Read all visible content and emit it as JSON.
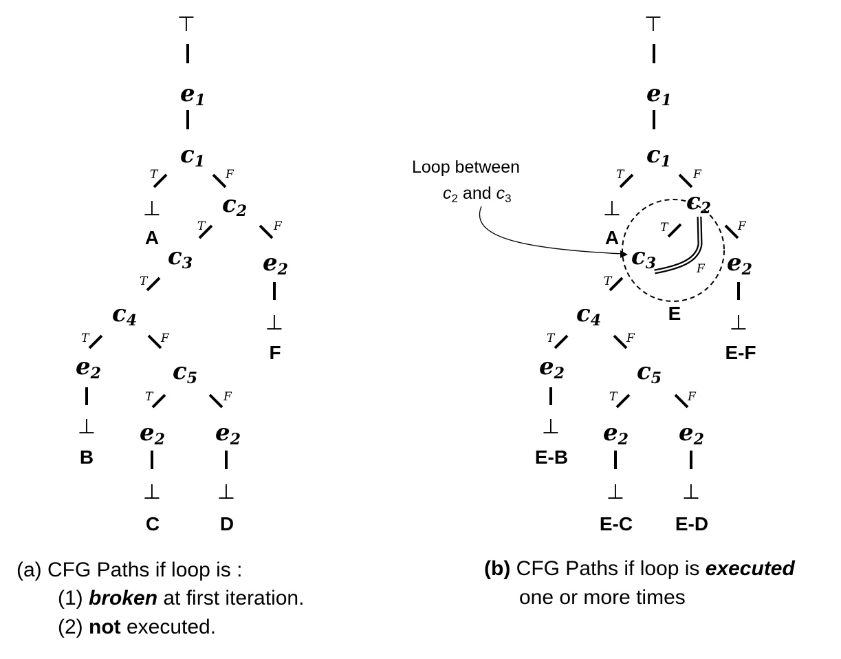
{
  "left_tree": {
    "top_symbol": "⊤",
    "bottom_symbol": "⊥",
    "nodes": {
      "e1": "e",
      "e1_sub": "1",
      "c1": "c",
      "c1_sub": "1",
      "c2": "c",
      "c2_sub": "2",
      "c3": "c",
      "c3_sub": "3",
      "c4": "c",
      "c4_sub": "4",
      "c5": "c",
      "c5_sub": "5",
      "e2": "e",
      "e2_sub": "2"
    },
    "branch_true": "T",
    "branch_false": "F",
    "leaves": {
      "A": "A",
      "B": "B",
      "C": "C",
      "D": "D",
      "F": "F"
    }
  },
  "right_tree": {
    "top_symbol": "⊤",
    "bottom_symbol": "⊥",
    "nodes": {
      "e1": "e",
      "e1_sub": "1",
      "c1": "c",
      "c1_sub": "1",
      "c2": "c",
      "c2_sub": "2",
      "c3": "c",
      "c3_sub": "3",
      "c4": "c",
      "c4_sub": "4",
      "c5": "c",
      "c5_sub": "5",
      "e2": "e",
      "e2_sub": "2"
    },
    "branch_true": "T",
    "branch_false": "F",
    "leaves": {
      "A": "A",
      "E": "E",
      "EF": "E-F",
      "EB": "E-B",
      "EC": "E-C",
      "ED": "E-D"
    },
    "annotation": {
      "line1": "Loop between",
      "c2": "c",
      "c2_sub": "2",
      "and": " and ",
      "c3": "c",
      "c3_sub": "3"
    }
  },
  "captions": {
    "left": {
      "prefix": "(a)  CFG Paths if loop is :",
      "item1_a": "(1) ",
      "item1_b": "broken",
      "item1_c": " at first iteration.",
      "item2_a": "(2) ",
      "item2_b": "not",
      "item2_c": " executed."
    },
    "right": {
      "prefix": "(b)",
      "line1_a": " CFG Paths if loop is ",
      "line1_b": "executed",
      "line2": "one or more times"
    }
  }
}
